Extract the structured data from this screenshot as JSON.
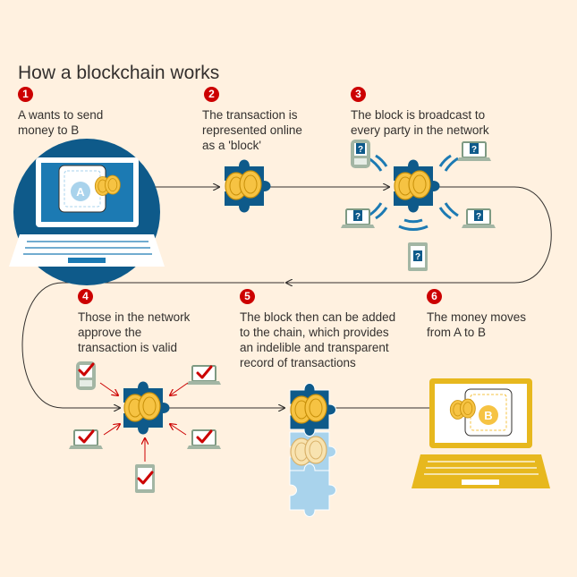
{
  "title": "How a blockchain works",
  "steps": [
    {
      "number": "1",
      "text": "A wants to send\nmoney to B"
    },
    {
      "number": "2",
      "text": "The transaction is\nrepresented online\nas a 'block'"
    },
    {
      "number": "3",
      "text": "The block is broadcast to\nevery party in the network"
    },
    {
      "number": "4",
      "text": "Those in the network\napprove the\ntransaction is valid"
    },
    {
      "number": "5",
      "text": "The block then can be added\nto the chain, which provides\nan indelible and transparent\nrecord of transactions"
    },
    {
      "number": "6",
      "text": "The money moves\nfrom A to B"
    }
  ],
  "wallet_labels": {
    "sender": "A",
    "receiver": "B"
  },
  "unknown_mark": "?",
  "colors": {
    "background": "#FFF1E0",
    "dark_blue": "#0E5A8A",
    "mid_blue": "#1C7AB3",
    "light_blue": "#A9D3EC",
    "gold": "#E7B81E",
    "coin": "#F6C343",
    "red": "#CC0000",
    "device_green": "#A3B6A4"
  },
  "icons": [
    "laptop-icon",
    "wallet-icon",
    "coin-icon",
    "puzzle-block-icon",
    "phone-icon",
    "tablet-icon",
    "question-mark-icon",
    "checkmark-icon",
    "arrow-icon"
  ]
}
